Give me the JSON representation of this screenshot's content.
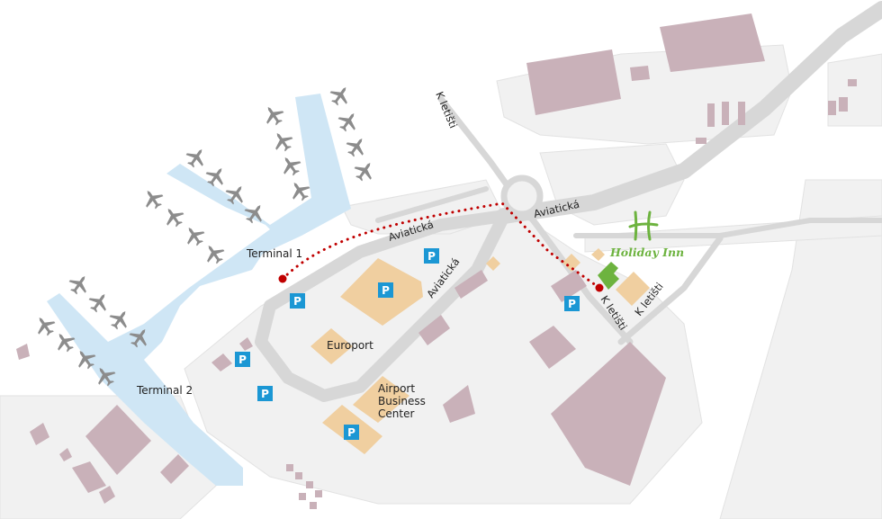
{
  "terminals": {
    "terminal_1": "Terminal 1",
    "terminal_2": "Terminal 2"
  },
  "buildings": {
    "europort": "Europort",
    "abc_line1": "Airport",
    "abc_line2": "Business",
    "abc_line3": "Center"
  },
  "roads": {
    "aviaticka": "Aviatická",
    "k_letisti": "K letišti"
  },
  "parking_label": "P",
  "hotel": {
    "name": "Holiday Inn",
    "brand_color": "#6db33f"
  },
  "colors": {
    "apron": "#cfe6f5",
    "ground": "#f1f1f1",
    "ground_edge": "#e2e2e2",
    "road": "#d7d7d7",
    "building": "#c9b1b9",
    "commercial": "#f0cfa0",
    "parking": "#1b97d4",
    "route": "#c00000",
    "aircraft": "#8c8c8c"
  },
  "icons": {
    "aircraft": "aircraft-icon",
    "parking": "parking-icon",
    "hotel_logo": "holiday-inn-logo"
  }
}
